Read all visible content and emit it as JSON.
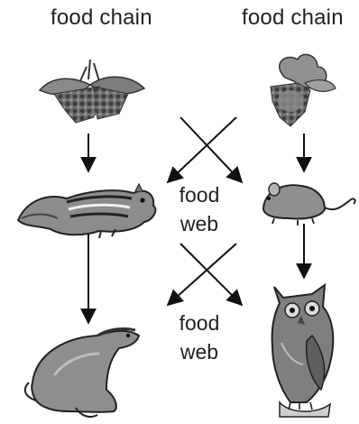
{
  "diagram": {
    "left_column_title": "food chain",
    "right_column_title": "food chain",
    "web_label_upper": {
      "line1": "food",
      "line2": "web"
    },
    "web_label_lower": {
      "line1": "food",
      "line2": "web"
    },
    "organisms": {
      "left": [
        "berries-plant-icon",
        "chipmunk-icon",
        "weasel-icon"
      ],
      "right": [
        "grapes-plant-icon",
        "mouse-icon",
        "owl-icon"
      ]
    }
  }
}
